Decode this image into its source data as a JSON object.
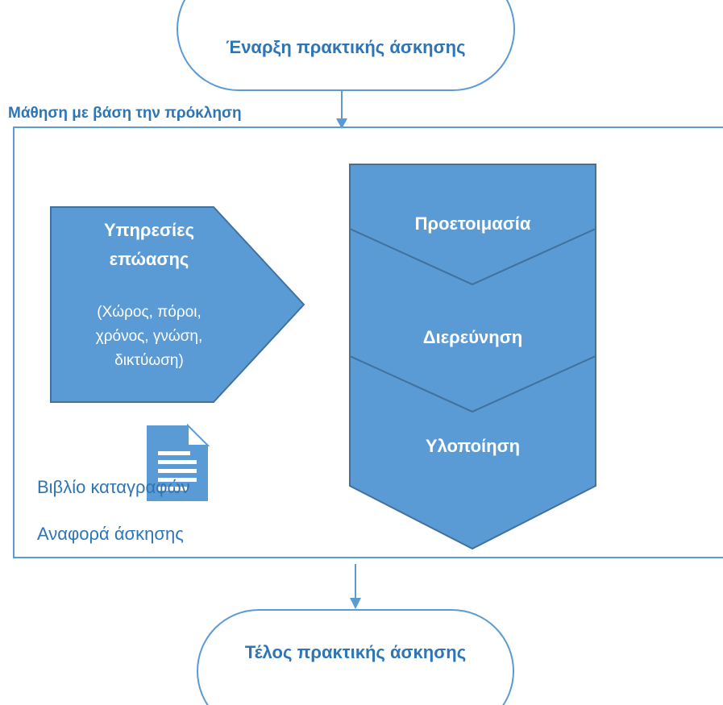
{
  "start_terminal": {
    "label": "Έναρξη πρακτικής άσκησης"
  },
  "section": {
    "label": "Μάθηση με βάση την πρόκληση"
  },
  "support": {
    "title_line1": "Υπηρεσίες",
    "title_line2": "επώασης",
    "sub_line1": "(Χώρος, πόροι,",
    "sub_line2": "χρόνος, γνώση,",
    "sub_line3": "δικτύωση)"
  },
  "stages": [
    {
      "label": "Προετοιμασία"
    },
    {
      "label": "Διερεύνηση"
    },
    {
      "label": "Υλοποίηση"
    }
  ],
  "documents": {
    "icon": "document-icon",
    "log_label": "Βιβλίο καταγραφών",
    "report_label": "Αναφορά άσκησης"
  },
  "end_terminal": {
    "label": "Τέλος πρακτικής άσκησης"
  },
  "colors": {
    "fill": "#5b9bd5",
    "stroke": "#41719c",
    "accent": "#2e75b6",
    "line": "#5b9bd5"
  }
}
